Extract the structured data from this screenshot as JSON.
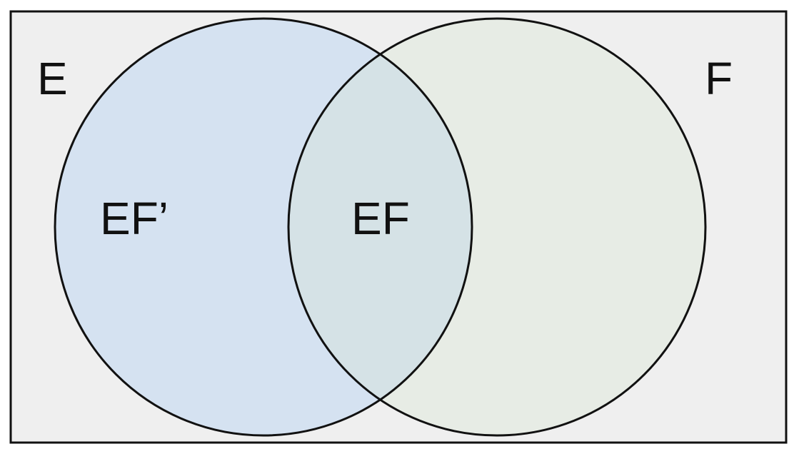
{
  "diagram": {
    "type": "venn",
    "sets": [
      {
        "id": "E",
        "label": "E",
        "fill": "#d5e2f1"
      },
      {
        "id": "F",
        "label": "F",
        "fill": "#e7ece5"
      }
    ],
    "regions": [
      {
        "id": "E_only",
        "label": "EF’"
      },
      {
        "id": "intersection",
        "label": "EF",
        "fill": "#d5e2e6"
      }
    ],
    "universe_fill": "#efefef",
    "stroke_color": "#111111"
  }
}
